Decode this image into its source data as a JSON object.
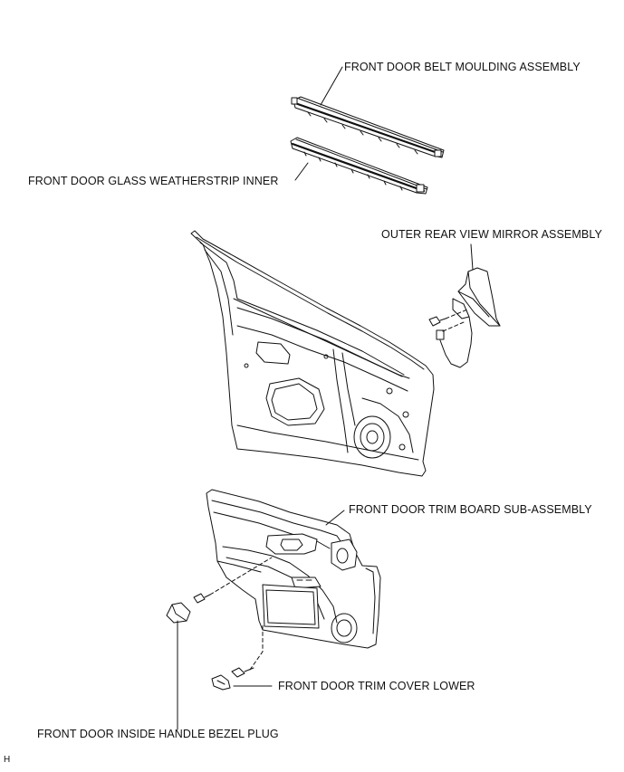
{
  "labels": {
    "belt_moulding": "FRONT DOOR BELT MOULDING ASSEMBLY",
    "glass_weatherstrip": "FRONT DOOR GLASS WEATHERSTRIP INNER",
    "outer_mirror": "OUTER REAR VIEW MIRROR ASSEMBLY",
    "trim_board": "FRONT DOOR TRIM BOARD SUB-ASSEMBLY",
    "trim_cover_lower": "FRONT DOOR TRIM COVER LOWER",
    "handle_bezel_plug": "FRONT DOOR INSIDE HANDLE BEZEL PLUG",
    "corner_mark": "H"
  },
  "colors": {
    "line": "#111111",
    "paper": "#ffffff",
    "shade": "#dddddd"
  }
}
